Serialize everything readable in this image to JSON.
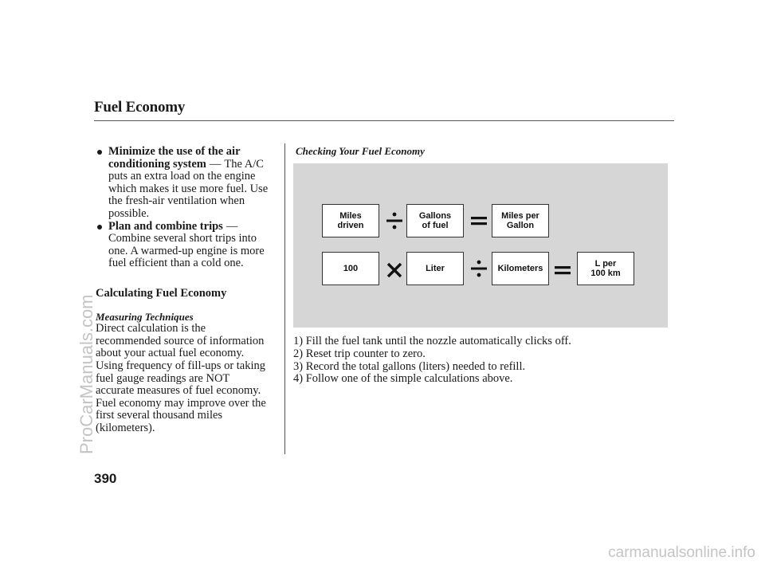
{
  "header": {
    "title": "Fuel Economy"
  },
  "left_column": {
    "bullets": [
      {
        "heading_line1": "Minimize the use of the air",
        "heading_line2": "conditioning system",
        "dash": "—",
        "lead": "The A/C",
        "body": [
          "puts an extra load on the engine",
          "which makes it use more fuel. Use",
          "the fresh-air ventilation when",
          "possible."
        ]
      },
      {
        "heading": "Plan and combine trips",
        "dash": "—",
        "body": [
          "Combine several short trips into",
          "one. A warmed-up engine is more",
          "fuel efficient than a cold one."
        ]
      }
    ],
    "section_heading": "Calculating Fuel Economy",
    "sub_heading": "Measuring Techniques",
    "paragraph": [
      "Direct calculation is the",
      "recommended source of information",
      "about your actual fuel economy.",
      "Using frequency of fill-ups or taking",
      "fuel gauge readings are NOT",
      "accurate measures of fuel economy.",
      "Fuel economy may improve over the",
      "first several thousand miles",
      "(kilometers)."
    ]
  },
  "right_column": {
    "heading": "Checking Your Fuel Economy",
    "diagram": {
      "row1": [
        "Miles\ndriven",
        "Gallons\nof fuel",
        "Miles per\nGallon"
      ],
      "row2": [
        "100",
        "Liter",
        "Kilometers",
        "L per\n100 km"
      ]
    },
    "steps": [
      "1) Fill the fuel tank until the nozzle automatically clicks off.",
      "2) Reset trip counter to zero.",
      "3) Record the total gallons (liters) needed to refill.",
      "4) Follow one of the simple calculations above."
    ]
  },
  "footer": {
    "page_number": "390",
    "side_watermark": "ProCarManuals.com",
    "bottom_watermark": "carmanualsonline.info"
  },
  "colors": {
    "diagram_bg": "#d6d6d6",
    "text": "#1a1a1a",
    "watermark": "#c4c4c4"
  }
}
